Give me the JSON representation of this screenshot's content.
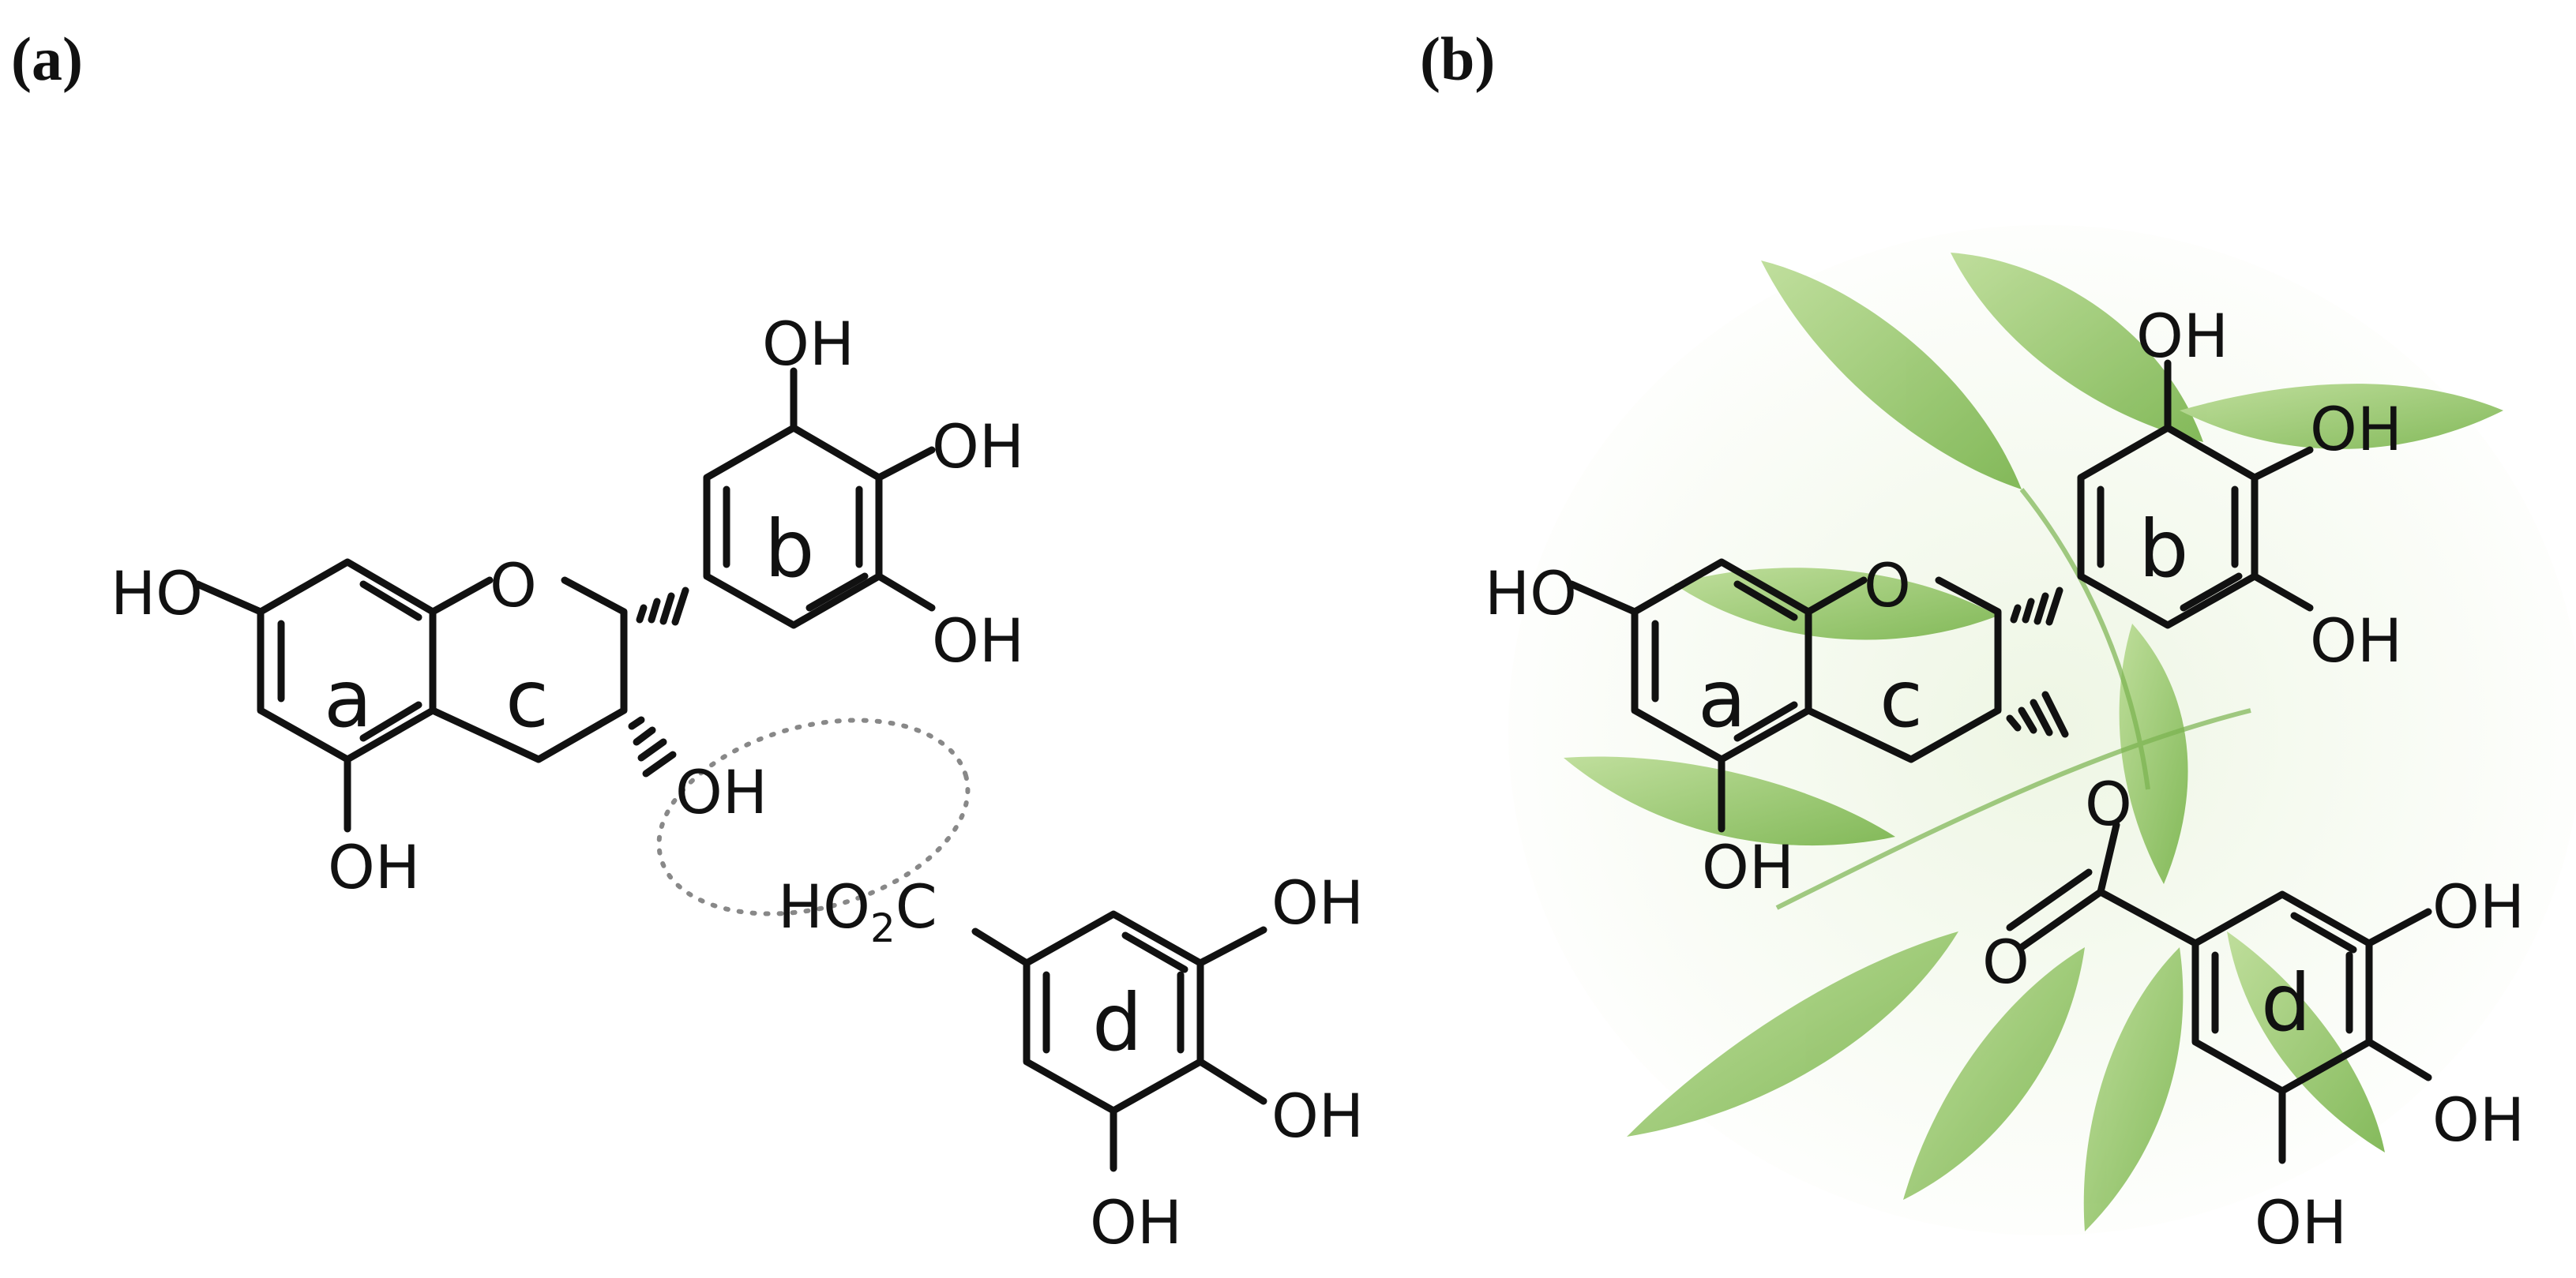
{
  "panels": {
    "a": {
      "label": "(a)"
    },
    "b": {
      "label": "(b)"
    }
  },
  "rings": [
    "a",
    "b",
    "c",
    "d"
  ],
  "atoms": {
    "ho": "HO",
    "oh": "OH",
    "o": "O",
    "ho2c_main": "HO",
    "ho2c_sub": "2",
    "ho2c_tail": "C"
  },
  "colors": {
    "ink": "#111111",
    "highlight_ellipse": "#888888",
    "leaf_green": "#8cc35a",
    "leaf_dark": "#5f9e37"
  },
  "icons": {
    "highlight": "dotted-ellipse-icon",
    "background": "tea-leaves-image"
  }
}
